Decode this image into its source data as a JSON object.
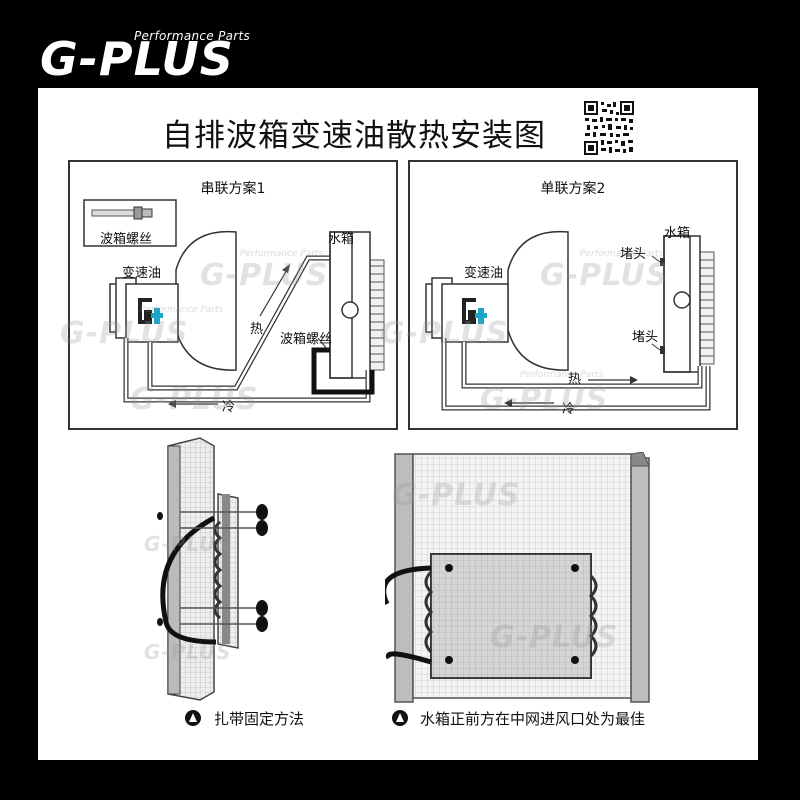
{
  "brand": {
    "logo_text": "G-PLUS",
    "tagline": "Performance Parts"
  },
  "title": "自排波箱变速油散热安装图",
  "panel1": {
    "title": "串联方案1",
    "inset_label": "波箱螺丝",
    "label_trans": "变速油",
    "label_tank": "水箱",
    "label_hot": "热",
    "label_screw": "波箱螺丝",
    "label_cold": "冷"
  },
  "panel2": {
    "title": "单联方案2",
    "label_tank": "水箱",
    "label_plug_top": "堵头",
    "label_trans": "变速油",
    "label_plug_bottom": "堵头",
    "label_hot": "热",
    "label_cold": "冷"
  },
  "captions": {
    "left": "扎带固定方法",
    "right": "水箱正前方在中网进风口处为最佳"
  },
  "icons": [
    "qr-code-icon",
    "gplus-badge-icon",
    "caption-marker-icon"
  ],
  "colors": {
    "background": "#000000",
    "card": "#ffffff",
    "line": "#333333"
  }
}
